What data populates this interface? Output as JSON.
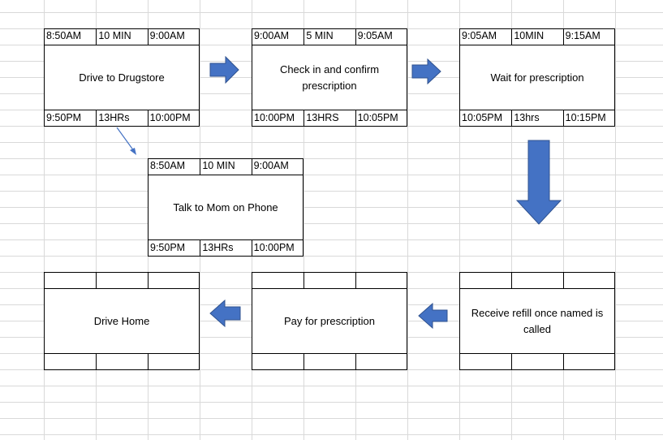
{
  "colors": {
    "arrow_fill": "#4472C4",
    "arrow_stroke": "#2F528F",
    "grid": "#d9d9d9"
  },
  "nodes": [
    {
      "task": "Drive to Drugstore",
      "top": [
        "8:50AM",
        "10 MIN",
        "9:00AM"
      ],
      "bottom": [
        "9:50PM",
        "13HRs",
        "10:00PM"
      ]
    },
    {
      "task": "Check in and confirm prescription",
      "top": [
        "9:00AM",
        "5 MIN",
        "9:05AM"
      ],
      "bottom": [
        "10:00PM",
        "13HRS",
        "10:05PM"
      ]
    },
    {
      "task": "Wait for prescription",
      "top": [
        "9:05AM",
        "10MIN",
        "9:15AM"
      ],
      "bottom": [
        "10:05PM",
        "13hrs",
        "10:15PM"
      ]
    },
    {
      "task": "Talk to Mom on Phone",
      "top": [
        "8:50AM",
        "10 MIN",
        "9:00AM"
      ],
      "bottom": [
        "9:50PM",
        "13HRs",
        "10:00PM"
      ]
    },
    {
      "task": "Receive refill once named is called",
      "top": [
        "",
        "",
        ""
      ],
      "bottom": [
        "",
        "",
        ""
      ]
    },
    {
      "task": "Pay for prescription",
      "top": [
        "",
        "",
        ""
      ],
      "bottom": [
        "",
        "",
        ""
      ]
    },
    {
      "task": "Drive Home",
      "top": [
        "",
        "",
        ""
      ],
      "bottom": [
        "",
        "",
        ""
      ]
    }
  ],
  "arrows": [
    {
      "name": "arrow-right-1",
      "direction": "right"
    },
    {
      "name": "arrow-right-2",
      "direction": "right"
    },
    {
      "name": "arrow-down",
      "direction": "down"
    },
    {
      "name": "arrow-left-1",
      "direction": "left"
    },
    {
      "name": "arrow-left-2",
      "direction": "left"
    },
    {
      "name": "connector-arrow",
      "direction": "down-right"
    }
  ]
}
